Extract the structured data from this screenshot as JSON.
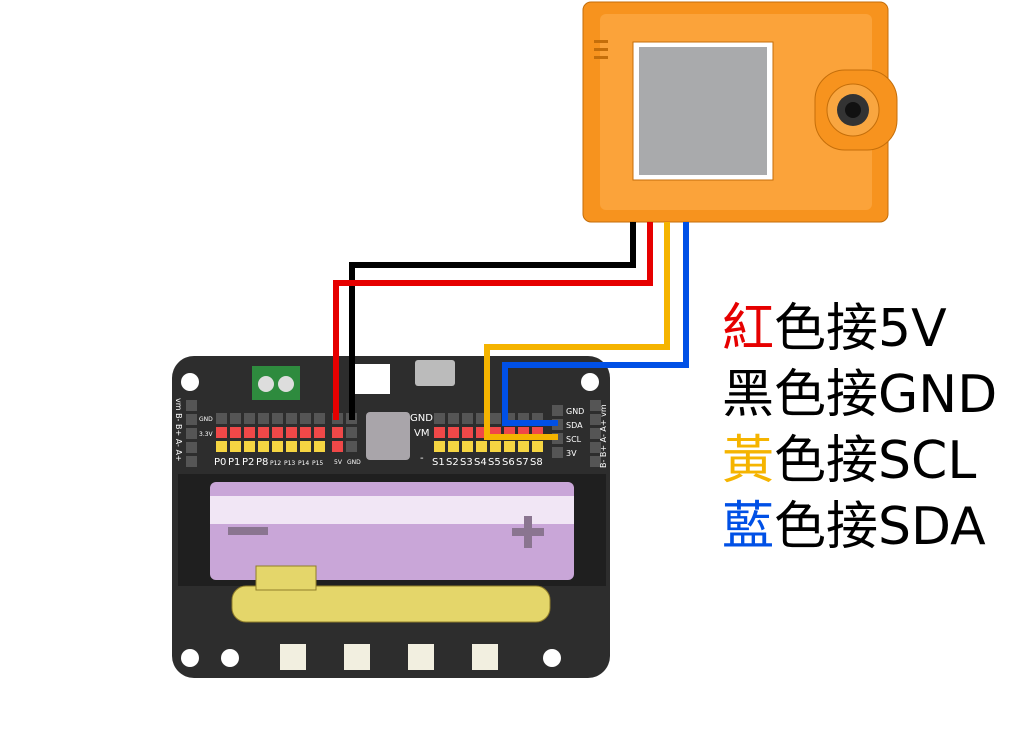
{
  "legend": [
    {
      "color_word": "紅",
      "rest": "色接5V",
      "color": "#e60000"
    },
    {
      "color_word": "黑",
      "rest": "色接GND",
      "color": "#000000"
    },
    {
      "color_word": "黃",
      "rest": "色接SCL",
      "color": "#f5b400"
    },
    {
      "color_word": "藍",
      "rest": "色接SDA",
      "color": "#0050e6"
    }
  ],
  "board": {
    "left_labels": [
      "GND",
      "3.3V"
    ],
    "bottom_left": [
      "P0",
      "P1",
      "P2",
      "P8",
      "P12",
      "P13",
      "P14",
      "P15"
    ],
    "power_labels": [
      "5V",
      "GND"
    ],
    "mid_labels": [
      "GND",
      "VM",
      "-"
    ],
    "servo_labels": [
      "S1",
      "S2",
      "S3",
      "S4",
      "S5",
      "S6",
      "S7",
      "S8"
    ],
    "i2c_labels": [
      "GND",
      "SDA",
      "SCL",
      "3V"
    ],
    "side_left": "vm B- B+ A- A+",
    "side_right": "B- B+ A- A+ vm"
  }
}
